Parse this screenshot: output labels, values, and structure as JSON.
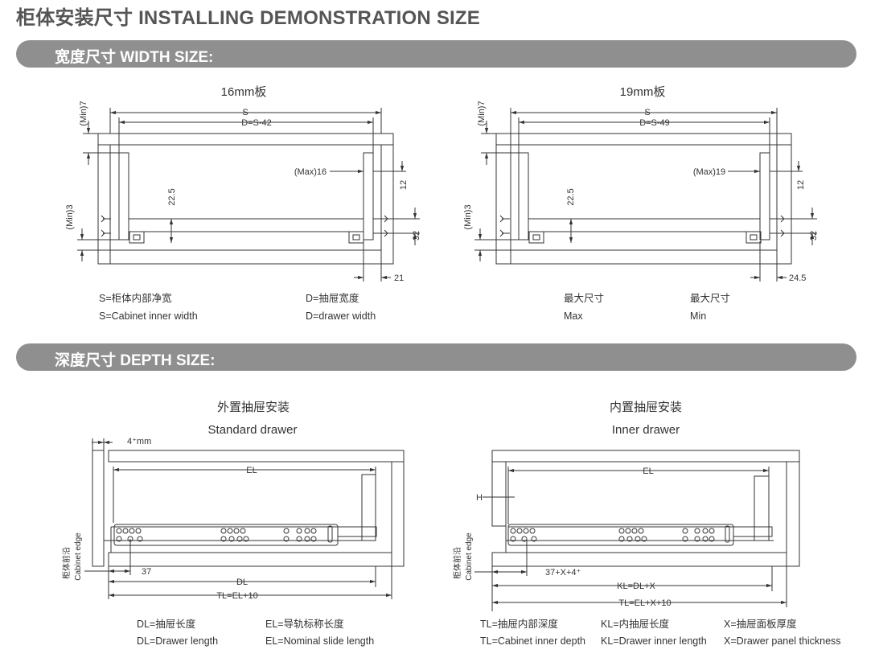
{
  "title": "柜体安装尺寸 INSTALLING DEMONSTRATION SIZE",
  "width_section": {
    "header": "宽度尺寸 WIDTH SIZE:",
    "left": {
      "title": "16mm板",
      "s": "S",
      "d": "D=S-42",
      "min7": "(Min)7",
      "min3": "(Min)3",
      "max": "(Max)16",
      "h225": "22.5",
      "v12": "12",
      "v32": "32",
      "offset": "21"
    },
    "right": {
      "title": "19mm板",
      "s": "S",
      "d": "D=S-49",
      "min7": "(Min)7",
      "min3": "(Min)3",
      "max": "(Max)19",
      "h225": "22.5",
      "v12": "12",
      "v32": "32",
      "offset": "24.5"
    },
    "legend": {
      "s_cn": "S=柜体内部净宽",
      "s_en": "S=Cabinet inner width",
      "d_cn": "D=抽屉宽度",
      "d_en": "D=drawer width",
      "max_cn": "最大尺寸",
      "max_en": "Max",
      "min_cn": "最大尺寸",
      "min_en": "Min"
    }
  },
  "depth_section": {
    "header": "深度尺寸 DEPTH SIZE:",
    "standard": {
      "title_cn": "外置抽屉安装",
      "title_en": "Standard drawer",
      "gap": "4⁺mm",
      "el": "EL",
      "dim37": "37",
      "dl": "DL",
      "tl": "TL=EL+10",
      "edge_cn": "柜体前沿",
      "edge_en": "Cabinet edge"
    },
    "inner": {
      "title_cn": "内置抽屉安装",
      "title_en": "Inner drawer",
      "el": "EL",
      "h": "H",
      "dim37": "37+X+4⁺",
      "kl": "KL=DL+X",
      "tl": "TL=EL+X+10",
      "edge_cn": "柜体前沿",
      "edge_en": "Cabinet edge"
    },
    "legend": {
      "dl_cn": "DL=抽屉长度",
      "dl_en": "DL=Drawer length",
      "el_cn": "EL=导轨标称长度",
      "el_en": "EL=Nominal slide length",
      "tl_cn": "TL=抽屉内部深度",
      "tl_en": "TL=Cabinet inner depth",
      "kl_cn": "KL=内抽屉长度",
      "kl_en": "KL=Drawer inner length",
      "x_cn": "X=抽屉面板厚度",
      "x_en": "X=Drawer panel thickness"
    }
  }
}
